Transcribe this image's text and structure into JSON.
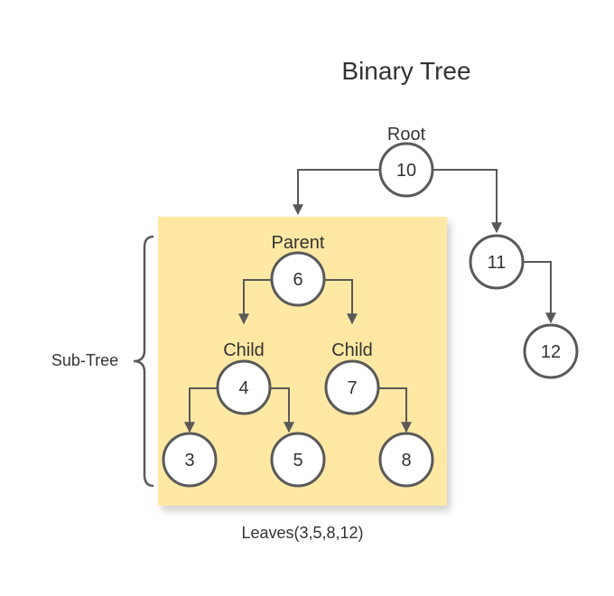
{
  "title": "Binary Tree",
  "labels": {
    "root": "Root",
    "parent": "Parent",
    "child_left": "Child",
    "child_right": "Child",
    "subtree": "Sub-Tree",
    "leaves": "Leaves(3,5,8,12)"
  },
  "nodes": {
    "n10": "10",
    "n11": "11",
    "n12": "12",
    "n6": "6",
    "n4": "4",
    "n7": "7",
    "n3": "3",
    "n5": "5",
    "n8": "8"
  },
  "colors": {
    "subtree_highlight": "#FFE8A3",
    "stroke": "#595959",
    "text": "#333333"
  }
}
